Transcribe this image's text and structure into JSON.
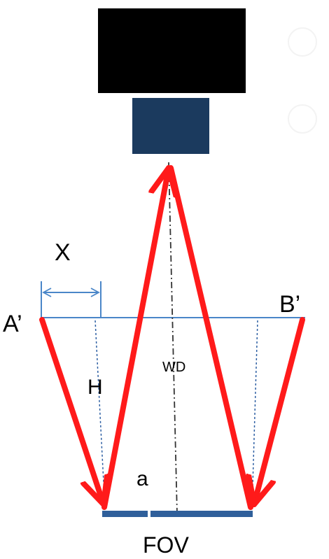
{
  "labels": {
    "x": "X",
    "a_prime": "A’",
    "b_prime": "B’",
    "h": "H",
    "wd": "WD",
    "a": "a",
    "fov": "FOV"
  },
  "colors": {
    "camera_body": "#000000",
    "lens": "#1b3a5e",
    "arrow": "#ff1a1a",
    "line": "#4a86c8",
    "dashed": "#2d5fa3",
    "sensor_bar": "#2f5f9a"
  }
}
